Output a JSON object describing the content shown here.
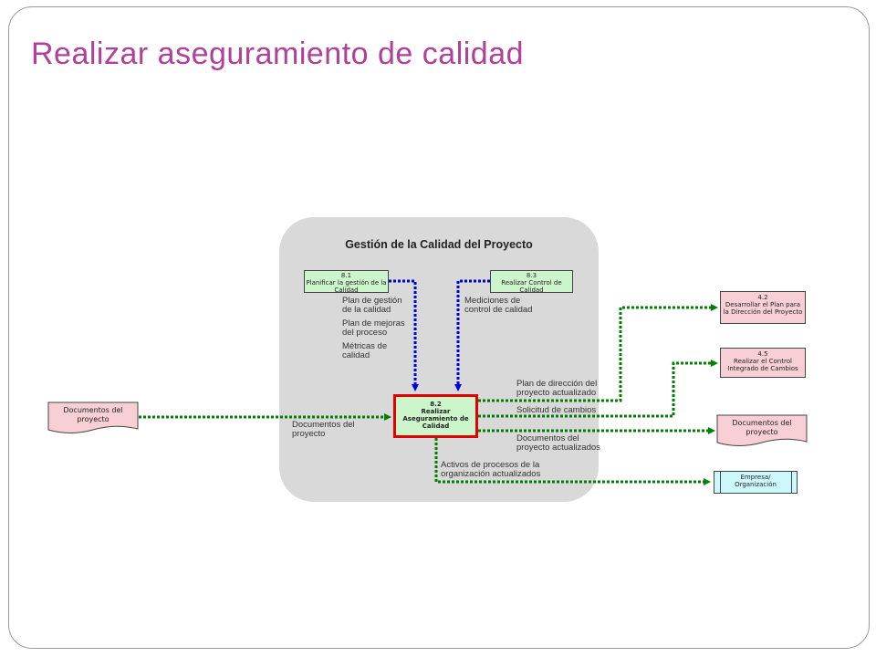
{
  "title": "Realizar aseguramiento de calidad",
  "group": {
    "title": "Gestión de la Calidad del Proyecto"
  },
  "processes": {
    "p81": {
      "num": "8.1",
      "name": "Planificar la gestión de la Calidad"
    },
    "p83": {
      "num": "8.3",
      "name": "Realizar Control de Calidad"
    },
    "p82": {
      "num": "8.2",
      "name": "Realizar Aseguramiento de Calidad"
    },
    "p42": {
      "num": "4.2",
      "name": "Desarrollar el Plan para la Dirección del Proyecto"
    },
    "p45": {
      "num": "4.5",
      "name": "Realizar el Control Integrado de Cambios"
    },
    "org": {
      "name": "Empresa/ Organización"
    }
  },
  "documents": {
    "input": "Documentos del proyecto",
    "output": "Documentos del proyecto"
  },
  "labels": {
    "plan_gestion": "Plan de gestión de la calidad",
    "plan_mejoras": "Plan de mejoras del proceso",
    "metricas": "Métricas de calidad",
    "mediciones": "Mediciones de control de calidad",
    "docs_input": "Documentos del proyecto",
    "plan_direccion": "Plan de dirección del proyecto actualizado",
    "solicitud": "Solicitud de cambios",
    "docs_actualizados": "Documentos del proyecto actualizados",
    "activos": "Activos de procesos de la organización actualizados"
  },
  "colors": {
    "title": "#b0409a",
    "panel": "#d9d9d9",
    "process_green": "#ccf5cc",
    "process_pink": "#f8cfd5",
    "process_cyan": "#ccf8fc",
    "doc_pink": "#f8cfd5",
    "highlight_border": "#e00000",
    "arrow_input": "#0000dd",
    "arrow_output": "#008000"
  }
}
